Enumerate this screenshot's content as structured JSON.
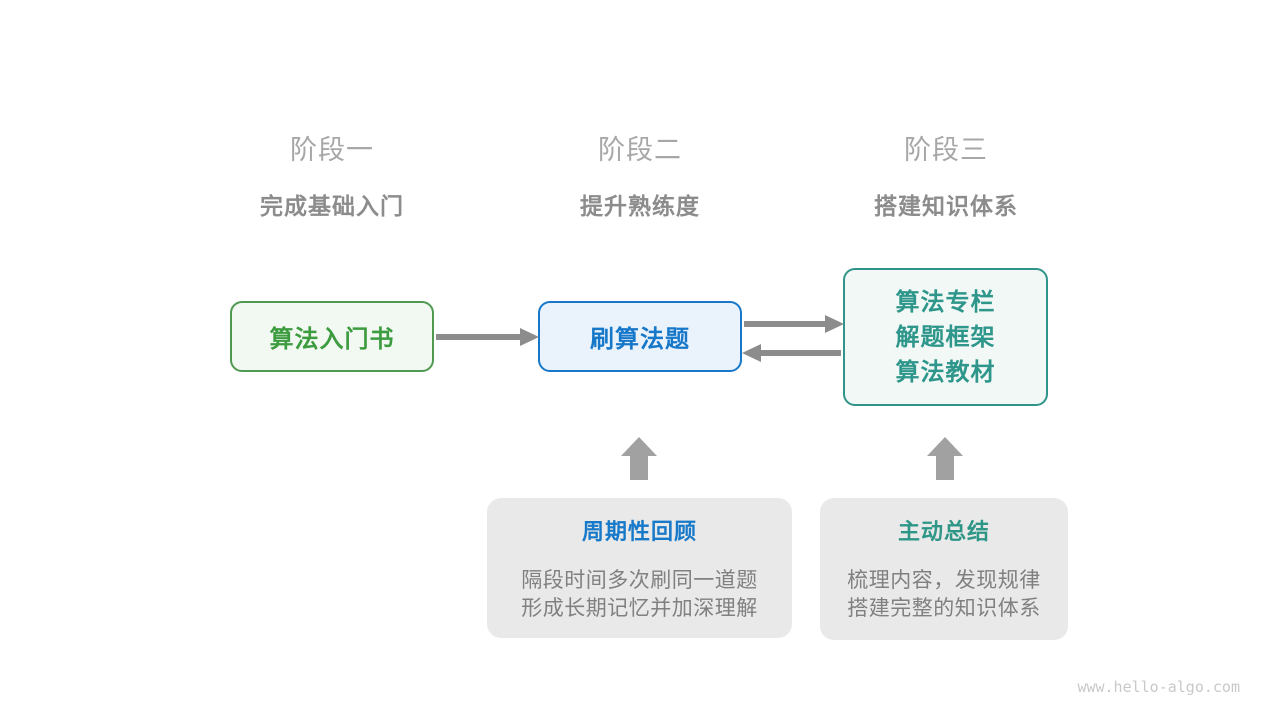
{
  "stages": [
    {
      "label": "阶段一",
      "subtitle": "完成基础入门"
    },
    {
      "label": "阶段二",
      "subtitle": "提升熟练度"
    },
    {
      "label": "阶段三",
      "subtitle": "搭建知识体系"
    }
  ],
  "nodes": {
    "intro_book": {
      "label": "算法入门书"
    },
    "practice": {
      "label": "刷算法题"
    },
    "knowledge": {
      "lines": [
        "算法专栏",
        "解题框架",
        "算法教材"
      ]
    }
  },
  "callouts": {
    "review": {
      "title": "周期性回顾",
      "line1": "隔段时间多次刷同一道题",
      "line2": "形成长期记忆并加深理解"
    },
    "summarize": {
      "title": "主动总结",
      "line1": "梳理内容，发现规律",
      "line2": "搭建完整的知识体系"
    }
  },
  "arrows": {
    "intro_to_practice": "right",
    "practice_to_knowledge": "right",
    "knowledge_to_practice": "left",
    "review_to_practice": "up",
    "summarize_to_knowledge": "up"
  },
  "watermark": "www.hello-algo.com",
  "colors": {
    "stage_label": "#A7A7A7",
    "stage_subtitle": "#8C8C8C",
    "green_border": "#4E9A50",
    "green_text": "#3D9C40",
    "green_fill": "#F2F8F2",
    "blue_border": "#1778C9",
    "blue_text": "#1778C9",
    "blue_fill": "#EAF3FC",
    "teal_border": "#30948A",
    "teal_text": "#2E968A",
    "teal_fill": "#F1F8F6",
    "line_arrow": "#8C8C8C",
    "block_arrow": "#A1A1A1",
    "callout_bg": "#E9E9E9",
    "callout_body_text": "#808080",
    "watermark_text": "#C9C9C9"
  }
}
